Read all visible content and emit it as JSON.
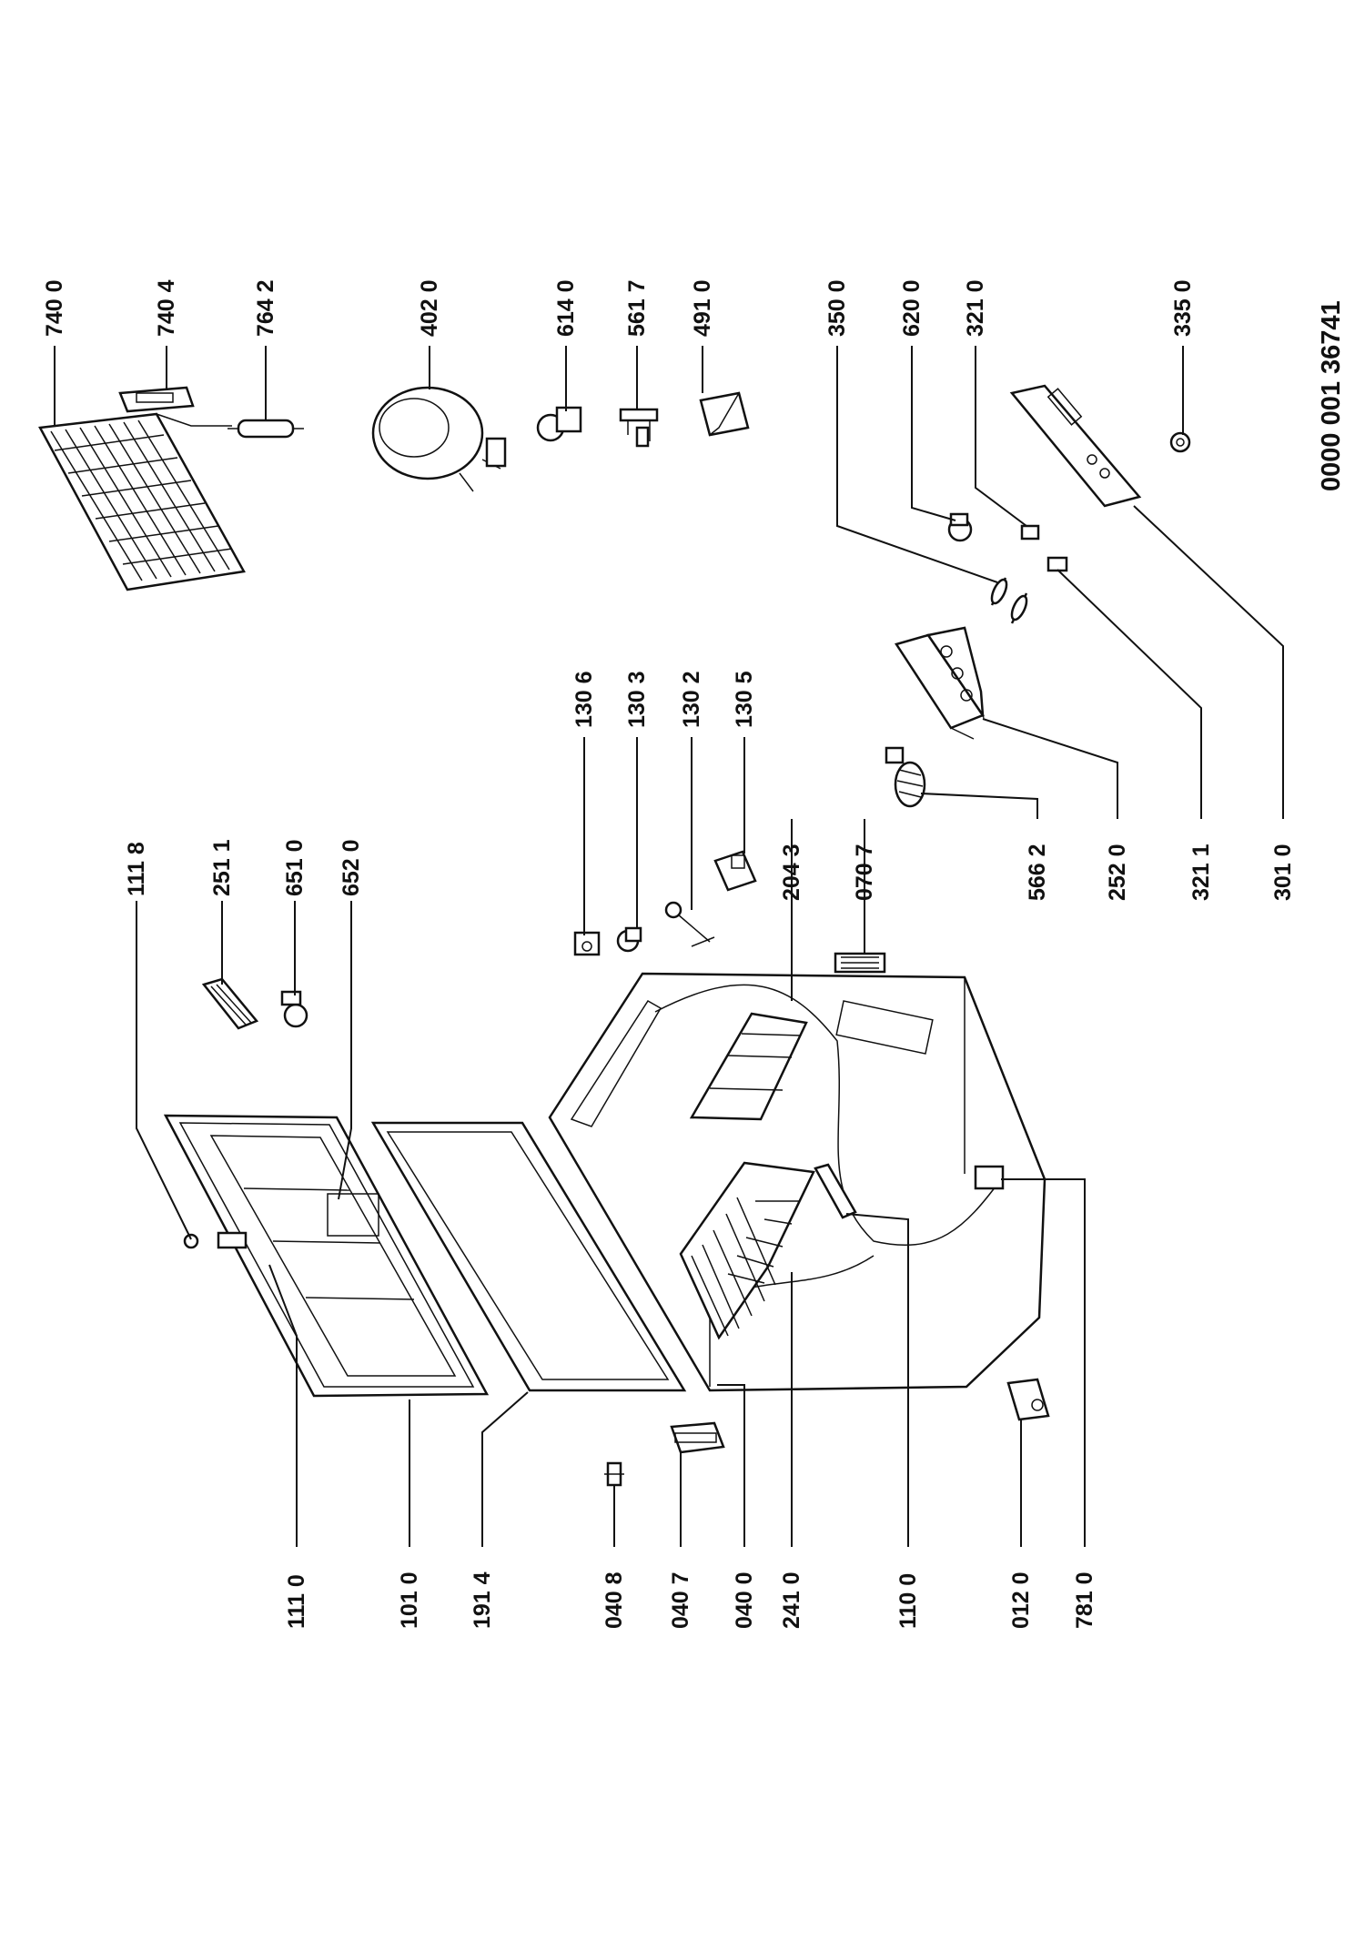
{
  "document_number": "0000 001 36741",
  "parts": [
    {
      "id": "740-0",
      "label": "740 0"
    },
    {
      "id": "740-4",
      "label": "740 4"
    },
    {
      "id": "764-2",
      "label": "764 2"
    },
    {
      "id": "402-0",
      "label": "402 0"
    },
    {
      "id": "614-0",
      "label": "614 0"
    },
    {
      "id": "561-7",
      "label": "561 7"
    },
    {
      "id": "491-0",
      "label": "491 0"
    },
    {
      "id": "350-0",
      "label": "350 0"
    },
    {
      "id": "620-0",
      "label": "620 0"
    },
    {
      "id": "321-0",
      "label": "321 0"
    },
    {
      "id": "335-0",
      "label": "335 0"
    },
    {
      "id": "130-6",
      "label": "130 6"
    },
    {
      "id": "130-3",
      "label": "130 3"
    },
    {
      "id": "130-2",
      "label": "130 2"
    },
    {
      "id": "130-5",
      "label": "130 5"
    },
    {
      "id": "204-3",
      "label": "204 3"
    },
    {
      "id": "070-7",
      "label": "070 7"
    },
    {
      "id": "566-2",
      "label": "566 2"
    },
    {
      "id": "252-0",
      "label": "252 0"
    },
    {
      "id": "321-1",
      "label": "321 1"
    },
    {
      "id": "301-0",
      "label": "301 0"
    },
    {
      "id": "111-8",
      "label": "111 8"
    },
    {
      "id": "251-1",
      "label": "251 1"
    },
    {
      "id": "651-0",
      "label": "651 0"
    },
    {
      "id": "652-0",
      "label": "652 0"
    },
    {
      "id": "111-0",
      "label": "111 0"
    },
    {
      "id": "101-0",
      "label": "101 0"
    },
    {
      "id": "191-4",
      "label": "191 4"
    },
    {
      "id": "040-8",
      "label": "040 8"
    },
    {
      "id": "040-7",
      "label": "040 7"
    },
    {
      "id": "040-0",
      "label": "040 0"
    },
    {
      "id": "241-0",
      "label": "241 0"
    },
    {
      "id": "110-0",
      "label": "110 0"
    },
    {
      "id": "012-0",
      "label": "012 0"
    },
    {
      "id": "781-0",
      "label": "781 0"
    }
  ]
}
